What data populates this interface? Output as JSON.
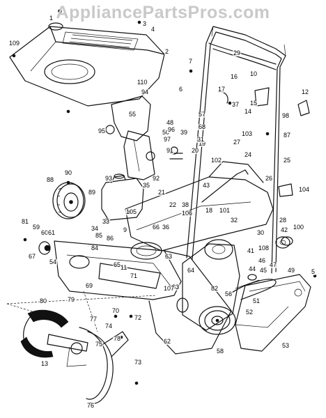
{
  "watermark": "AppliancePartsPros.com",
  "callouts": [
    "1",
    "2",
    "3",
    "4",
    "5",
    "6",
    "7",
    "8",
    "9",
    "10",
    "11",
    "12",
    "13",
    "14",
    "15",
    "16",
    "17",
    "18",
    "19",
    "20",
    "21",
    "22",
    "24",
    "25",
    "26",
    "27",
    "28",
    "29",
    "30",
    "31",
    "32",
    "33",
    "34",
    "35",
    "36",
    "37",
    "38",
    "39",
    "41",
    "42",
    "43",
    "44",
    "45",
    "46",
    "47",
    "48",
    "49",
    "50",
    "51",
    "52",
    "53",
    "54",
    "55",
    "56",
    "57",
    "58",
    "59",
    "60",
    "61",
    "62",
    "63",
    "64",
    "65",
    "66",
    "67",
    "68",
    "69",
    "70",
    "71",
    "72",
    "73",
    "74",
    "75",
    "76",
    "77",
    "78",
    "79",
    "80",
    "81",
    "82",
    "83",
    "84",
    "85",
    "86",
    "87",
    "88",
    "89",
    "90",
    "91",
    "92",
    "93",
    "94",
    "95",
    "96",
    "97",
    "98",
    "100",
    "101",
    "102",
    "103",
    "104",
    "105",
    "106",
    "107",
    "108",
    "109",
    "110"
  ]
}
